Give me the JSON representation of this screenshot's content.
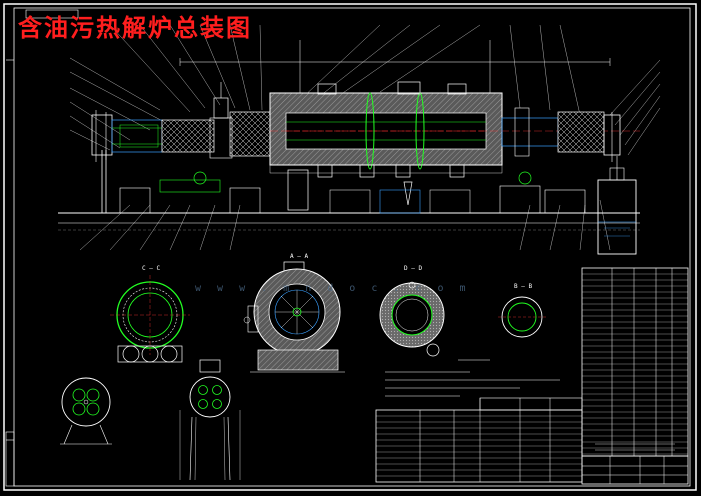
{
  "drawing": {
    "title": "含油污热解炉总装图",
    "watermark": "w w w . m       n d o c . c o m",
    "section_labels": {
      "a": "C — C",
      "b": "A — A",
      "c": "D — D",
      "d": "B — B"
    }
  },
  "colors": {
    "background": "#000000",
    "title": "#ff1e1e",
    "frame": "#ffffff",
    "geometry_green": "#22ff22",
    "geometry_red": "#ff3030",
    "geometry_blue": "#3aa0ff",
    "hatch_grey": "#8a8a8a"
  }
}
